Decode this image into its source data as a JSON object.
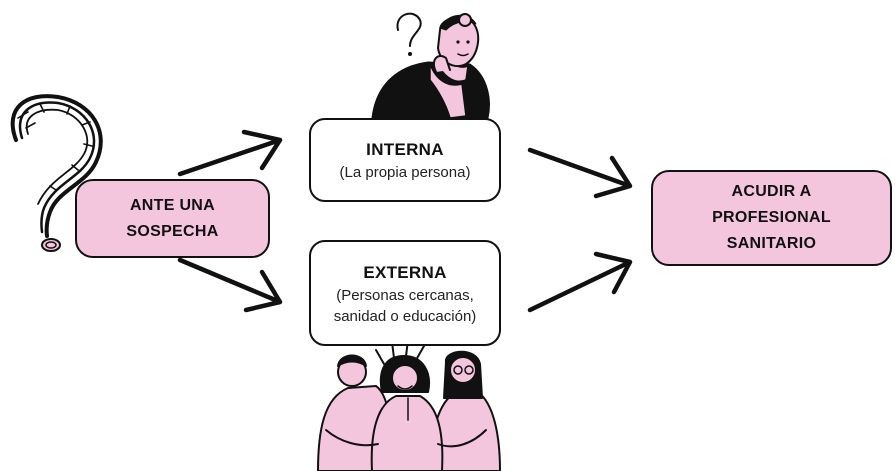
{
  "colors": {
    "pink": "#f4c6de",
    "ink": "#111111",
    "background": "#ffffff"
  },
  "nodes": {
    "start": {
      "lines": [
        "ANTE UNA",
        "SOSPECHA"
      ]
    },
    "internal": {
      "title": "INTERNA",
      "subtitle": "(La propia persona)"
    },
    "external": {
      "title": "EXTERNA",
      "subtitle_lines": [
        "(Personas cercanas,",
        "sanidad o educación)"
      ]
    },
    "end": {
      "lines": [
        "ACUDIR A",
        "PROFESIONAL",
        "SANITARIO"
      ]
    }
  },
  "edges": [
    {
      "from": "start",
      "to": "internal"
    },
    {
      "from": "start",
      "to": "external"
    },
    {
      "from": "internal",
      "to": "end"
    },
    {
      "from": "external",
      "to": "end"
    }
  ],
  "illustrations": [
    {
      "icon": "question-mark-icon"
    },
    {
      "icon": "thinking-woman-icon"
    },
    {
      "icon": "group-of-people-icon"
    }
  ]
}
